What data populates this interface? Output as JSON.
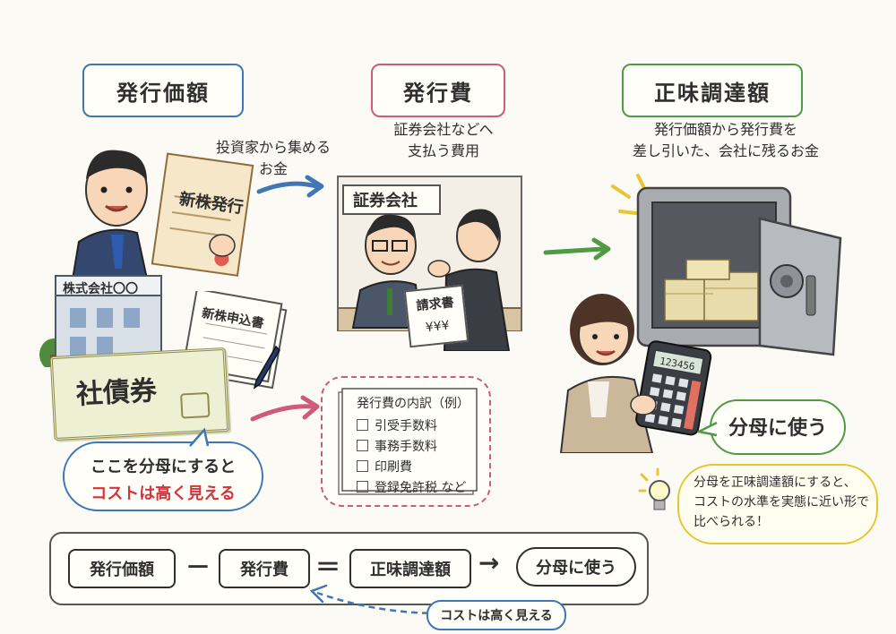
{
  "titles": {
    "issue_amount": "発行価額",
    "issue_cost": "発行費",
    "net_proceeds": "正味調達額"
  },
  "captions": {
    "from_investors": [
      "投資家から集める",
      "お金"
    ],
    "cost_desc": [
      "証券会社などへ",
      "支払う費用"
    ],
    "net_desc": [
      "発行価額から発行費を",
      "差し引いた、会社に残るお金"
    ]
  },
  "labels": {
    "new_shares": "新株発行",
    "company": "株式会社〇〇",
    "application": "新株申込書",
    "bond": "社債券",
    "securities_co": "証券会社",
    "invoice_title": "請求書",
    "invoice_amount": "¥¥¥",
    "calculator_display": "123456"
  },
  "breakdown": {
    "title": "発行費の内訳（例）",
    "items": [
      "引受手数料",
      "事務手数料",
      "印刷費",
      "登録免許税 など"
    ]
  },
  "bubbles": {
    "left_line1": "ここを分母にすると",
    "left_line2": "コストは高く見える",
    "right": "分母に使う",
    "note": [
      "分母を正味調達額にすると、",
      "コストの水準を実態に近い形で",
      "比べられる！"
    ]
  },
  "formula": {
    "issue_amount": "発行価額",
    "minus": "－",
    "issue_cost": "発行費",
    "equals": "＝",
    "net": "正味調達額",
    "arrow": "→",
    "use": "分母に使う",
    "dashed_note": "コストは高く見える"
  },
  "colors": {
    "blue": "#3f76b6",
    "pink": "#cf5b78",
    "green": "#4f9a45",
    "red_text": "#d4343c",
    "yellow": "#e8c532",
    "paper": "#fbfaf5"
  }
}
